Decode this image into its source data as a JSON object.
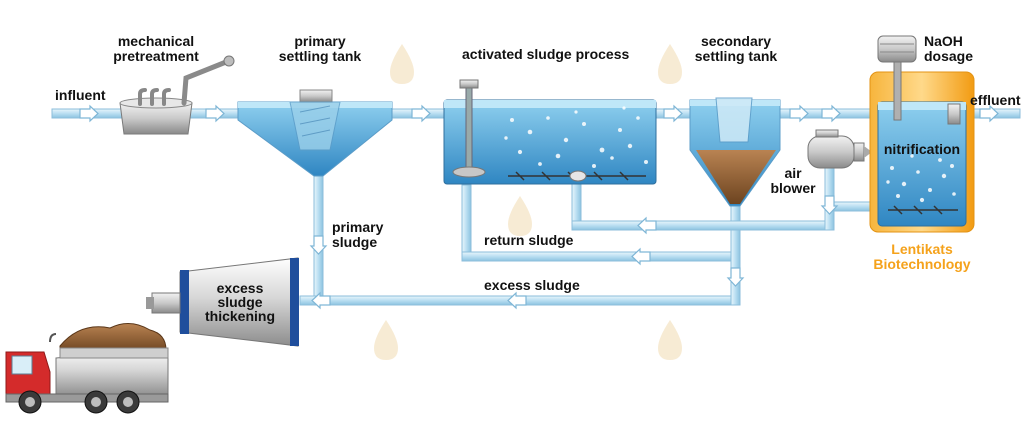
{
  "labels": {
    "influent": "influent",
    "mechanical_pretreatment": [
      "mechanical",
      "pretreatment"
    ],
    "primary_settling_tank": [
      "primary",
      "settling tank"
    ],
    "activated_sludge_process": "activated sludge process",
    "secondary_settling_tank": [
      "secondary",
      "settling tank"
    ],
    "naoh_dosage": [
      "NaOH",
      "dosage"
    ],
    "effluent": "effluent",
    "nitrification": "nitrification",
    "air_blower": [
      "air",
      "blower"
    ],
    "primary_sludge": [
      "primary",
      "sludge"
    ],
    "return_sludge": "return sludge",
    "excess_sludge": "excess sludge",
    "excess_sludge_thickening": [
      "excess",
      "sludge",
      "thickening"
    ],
    "lentikats": [
      "Lentikats",
      "Biotechnology"
    ]
  },
  "colors": {
    "pipe": "#cfe8f5",
    "pipe_border": "#7fb6d6",
    "water": "#5ab0dc",
    "water_light": "#bfe3f4",
    "tank_dark": "#3f8fc6",
    "sludge": "#8a5a2b",
    "lentikats_orange": "#f5a21b",
    "truck_red": "#d42b2b",
    "drum_blue": "#1f4e9c"
  }
}
